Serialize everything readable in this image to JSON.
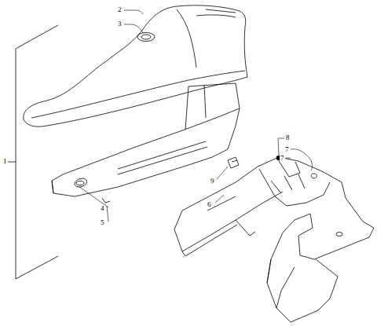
{
  "diagram": {
    "labels": [
      "2",
      "3",
      "8",
      "7",
      "7",
      "1",
      "9",
      "6",
      "4",
      "5"
    ]
  }
}
